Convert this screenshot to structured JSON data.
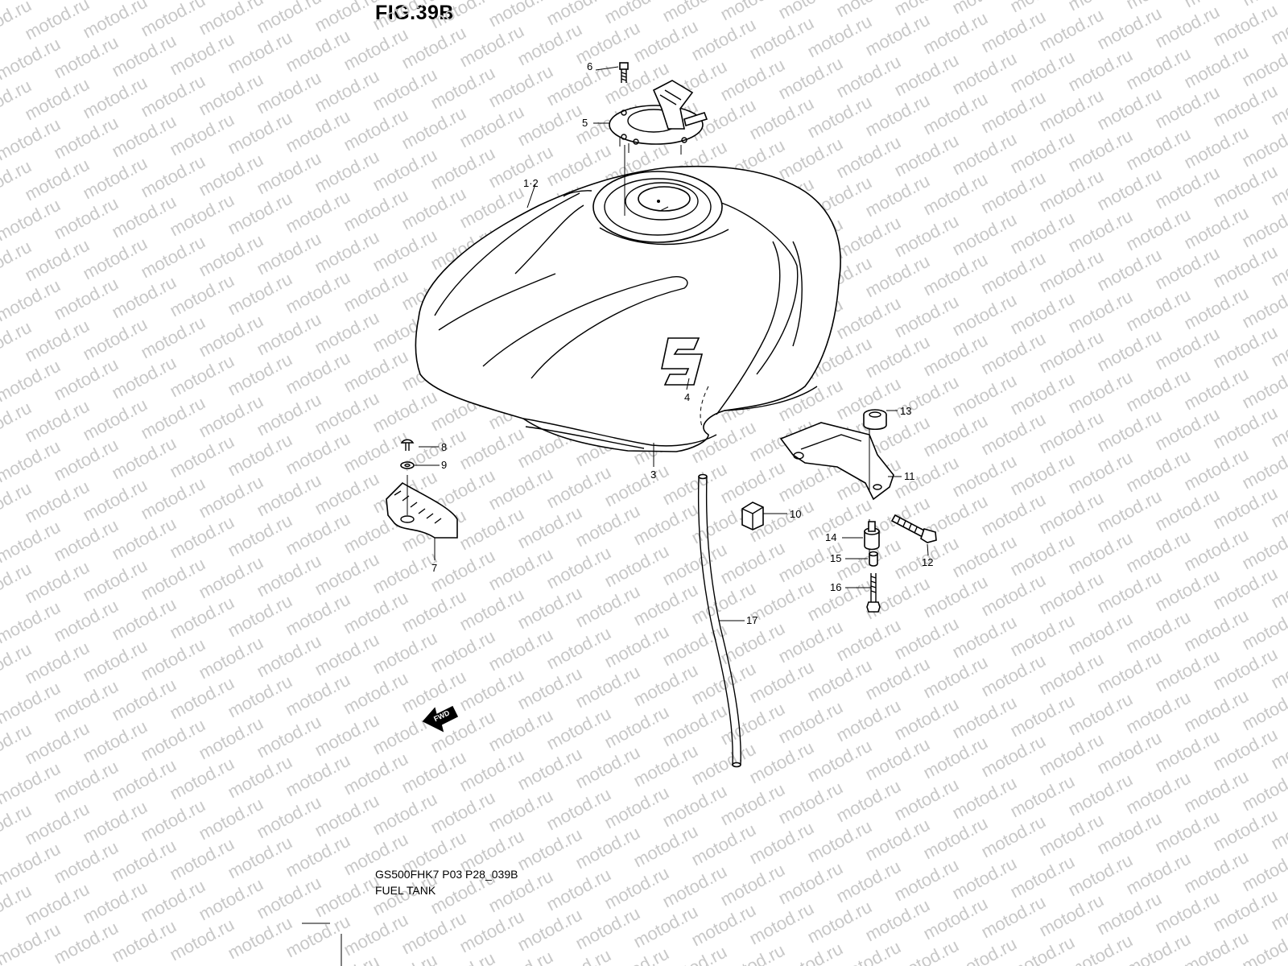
{
  "figure": {
    "title": "FIG.39B",
    "drawing_code": "GS500FHK7 P03 P28_039B",
    "drawing_name": "FUEL TANK",
    "watermark": "motod.ru",
    "logo_letter": "S",
    "fwd_label": "FWD"
  },
  "callouts": [
    {
      "id": "c1-2",
      "label": "1·2"
    },
    {
      "id": "c3",
      "label": "3"
    },
    {
      "id": "c4",
      "label": "4"
    },
    {
      "id": "c5",
      "label": "5"
    },
    {
      "id": "c6",
      "label": "6"
    },
    {
      "id": "c7",
      "label": "7"
    },
    {
      "id": "c8",
      "label": "8"
    },
    {
      "id": "c9",
      "label": "9"
    },
    {
      "id": "c10",
      "label": "10"
    },
    {
      "id": "c11",
      "label": "11"
    },
    {
      "id": "c12",
      "label": "12"
    },
    {
      "id": "c13",
      "label": "13"
    },
    {
      "id": "c14",
      "label": "14"
    },
    {
      "id": "c15",
      "label": "15"
    },
    {
      "id": "c16",
      "label": "16"
    },
    {
      "id": "c17",
      "label": "17"
    }
  ],
  "colors": {
    "line": "#000000",
    "watermark": "#c8c8c8",
    "background": "#ffffff"
  }
}
